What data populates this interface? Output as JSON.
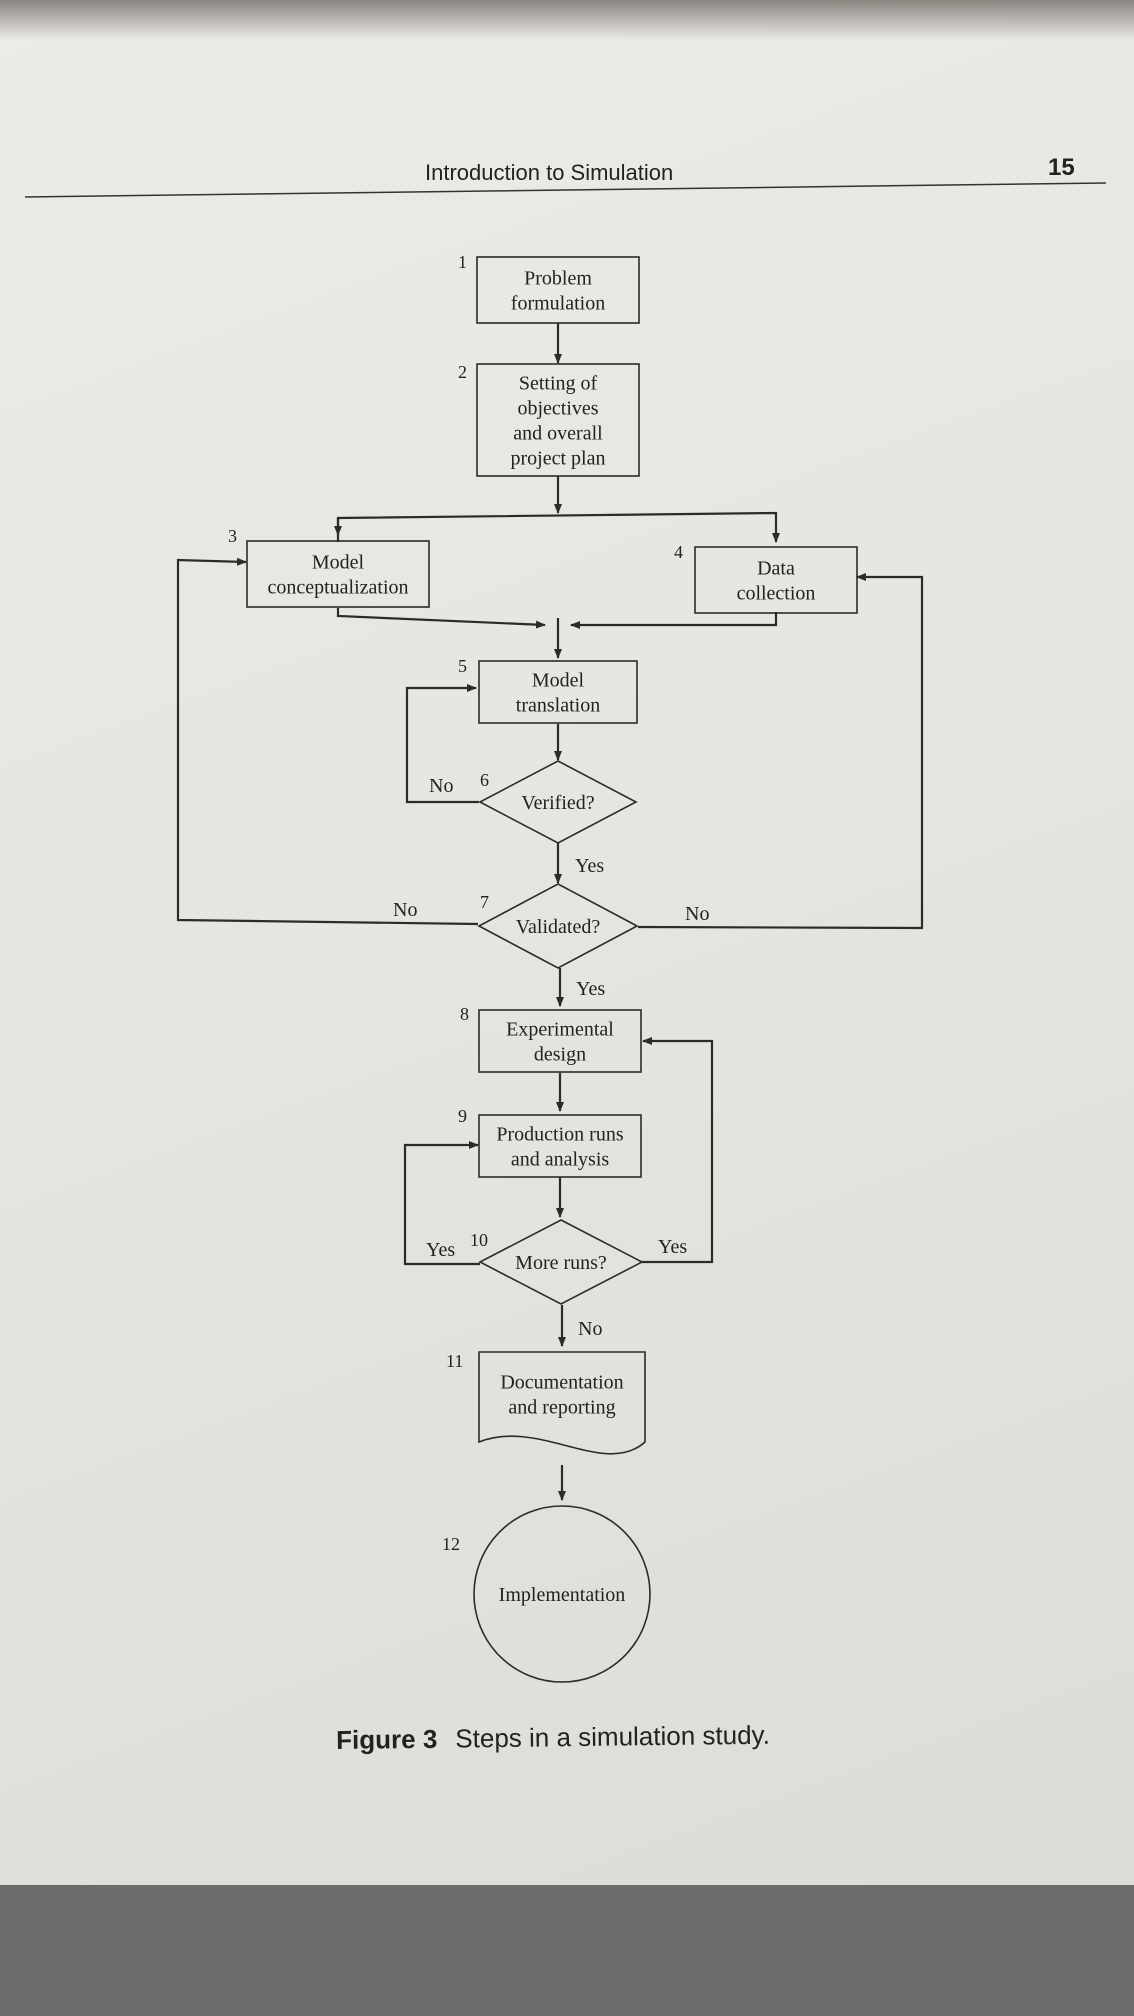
{
  "header": {
    "title": "Introduction to Simulation",
    "page_number": "15"
  },
  "nodes": [
    {
      "id": "n1",
      "number": "1",
      "shape": "rect",
      "lines": [
        "Problem",
        "formulation"
      ]
    },
    {
      "id": "n2",
      "number": "2",
      "shape": "rect",
      "lines": [
        "Setting of",
        "objectives",
        "and overall",
        "project plan"
      ]
    },
    {
      "id": "n3",
      "number": "3",
      "shape": "rect",
      "lines": [
        "Model",
        "conceptualization"
      ]
    },
    {
      "id": "n4",
      "number": "4",
      "shape": "rect",
      "lines": [
        "Data",
        "collection"
      ]
    },
    {
      "id": "n5",
      "number": "5",
      "shape": "rect",
      "lines": [
        "Model",
        "translation"
      ]
    },
    {
      "id": "n6",
      "number": "6",
      "shape": "diamond",
      "lines": [
        "Verified?"
      ]
    },
    {
      "id": "n7",
      "number": "7",
      "shape": "diamond",
      "lines": [
        "Validated?"
      ]
    },
    {
      "id": "n8",
      "number": "8",
      "shape": "rect",
      "lines": [
        "Experimental",
        "design"
      ]
    },
    {
      "id": "n9",
      "number": "9",
      "shape": "rect",
      "lines": [
        "Production runs",
        "and analysis"
      ]
    },
    {
      "id": "n10",
      "number": "10",
      "shape": "diamond",
      "lines": [
        "More runs?"
      ]
    },
    {
      "id": "n11",
      "number": "11",
      "shape": "document",
      "lines": [
        "Documentation",
        "and reporting"
      ]
    },
    {
      "id": "n12",
      "number": "12",
      "shape": "circle",
      "lines": [
        "Implementation"
      ]
    }
  ],
  "edge_labels": {
    "verified_no": "No",
    "verified_yes": "Yes",
    "validated_no_left": "No",
    "validated_no_right": "No",
    "validated_yes": "Yes",
    "more_runs_yes_left": "Yes",
    "more_runs_yes_right": "Yes",
    "more_runs_no": "No"
  },
  "caption": {
    "label": "Figure 3",
    "text": "Steps in a simulation study."
  }
}
